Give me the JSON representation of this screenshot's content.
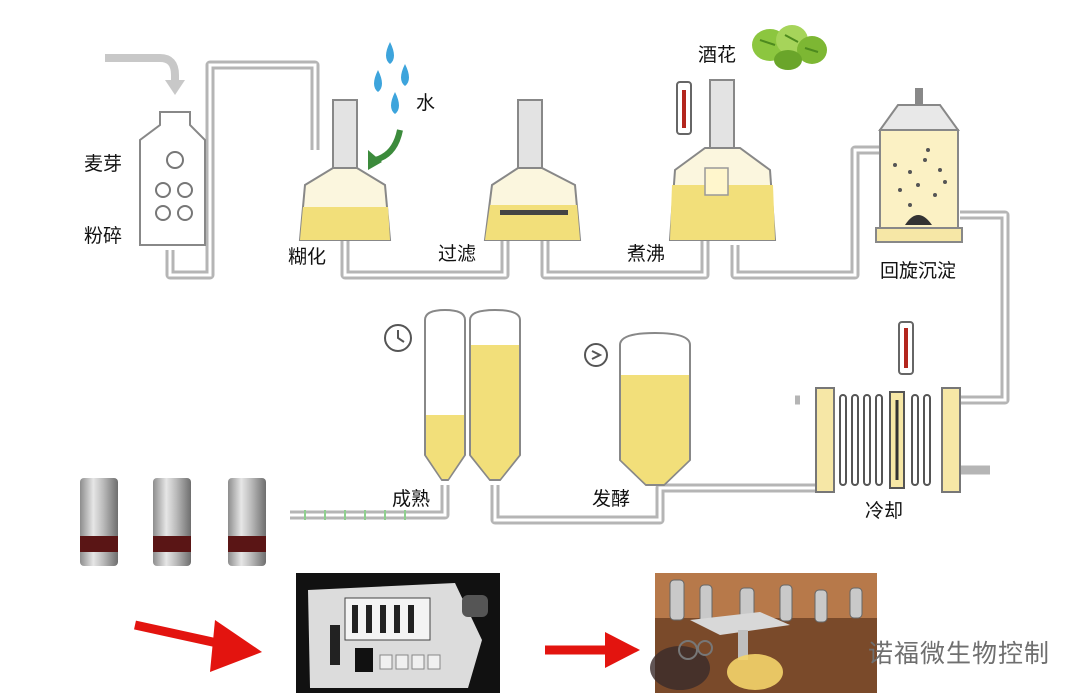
{
  "labels": {
    "malt": "麦芽",
    "milling": "粉碎",
    "water": "水",
    "mashing": "糊化",
    "filtering": "过滤",
    "hops": "酒花",
    "boiling": "煮沸",
    "whirlpool": "回旋沉淀",
    "cooling": "冷却",
    "fermentation": "发酵",
    "maturation": "成熟"
  },
  "watermark": "诺福微生物控制",
  "colors": {
    "pipe": "#b5b5b5",
    "liquid": "#f2df7a",
    "liquid_light": "#fbf1c4",
    "arrow_red": "#e3140f",
    "hops_green": "#8cc63f",
    "water_blue": "#3da4dc",
    "thermometer_red": "#b3261e"
  }
}
